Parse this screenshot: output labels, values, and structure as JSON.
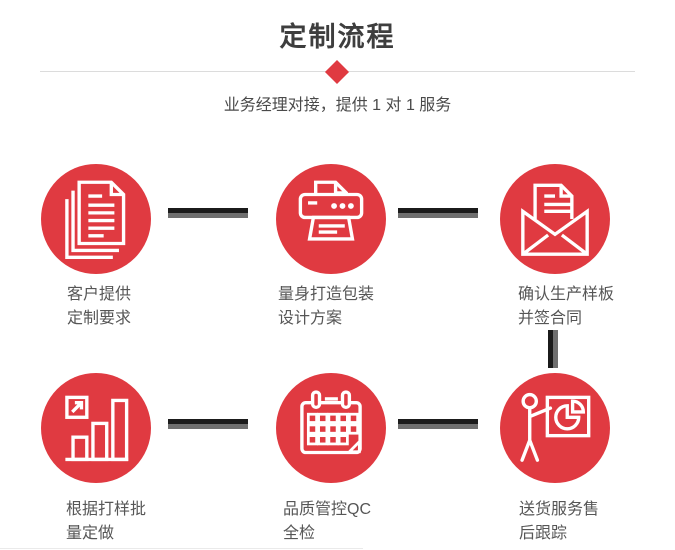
{
  "colors": {
    "accent": "#e03a41",
    "title": "#3e3e3e",
    "text": "#565656",
    "text_dark": "#4a4a4a",
    "divider": "#dcdcdc",
    "connector_dark": "#1b1b1b",
    "connector_gray": "#6f6f6f"
  },
  "header": {
    "title": "定制流程",
    "subtitle": "业务经理对接，提供 1 对 1 服务"
  },
  "steps": [
    {
      "icon": "documents-icon",
      "label_line1": "客户提供",
      "label_line2": "定制要求"
    },
    {
      "icon": "printer-icon",
      "label_line1": "量身打造包装",
      "label_line2": "设计方案"
    },
    {
      "icon": "envelope-icon",
      "label_line1": "确认生产样板",
      "label_line2": "并签合同"
    },
    {
      "icon": "bar-chart-icon",
      "label_line1": "根据打样批",
      "label_line2": "量定做"
    },
    {
      "icon": "calendar-icon",
      "label_line1": "品质管控QC",
      "label_line2": "全检"
    },
    {
      "icon": "presentation-icon",
      "label_line1": "送货服务售",
      "label_line2": "后跟踪"
    }
  ]
}
